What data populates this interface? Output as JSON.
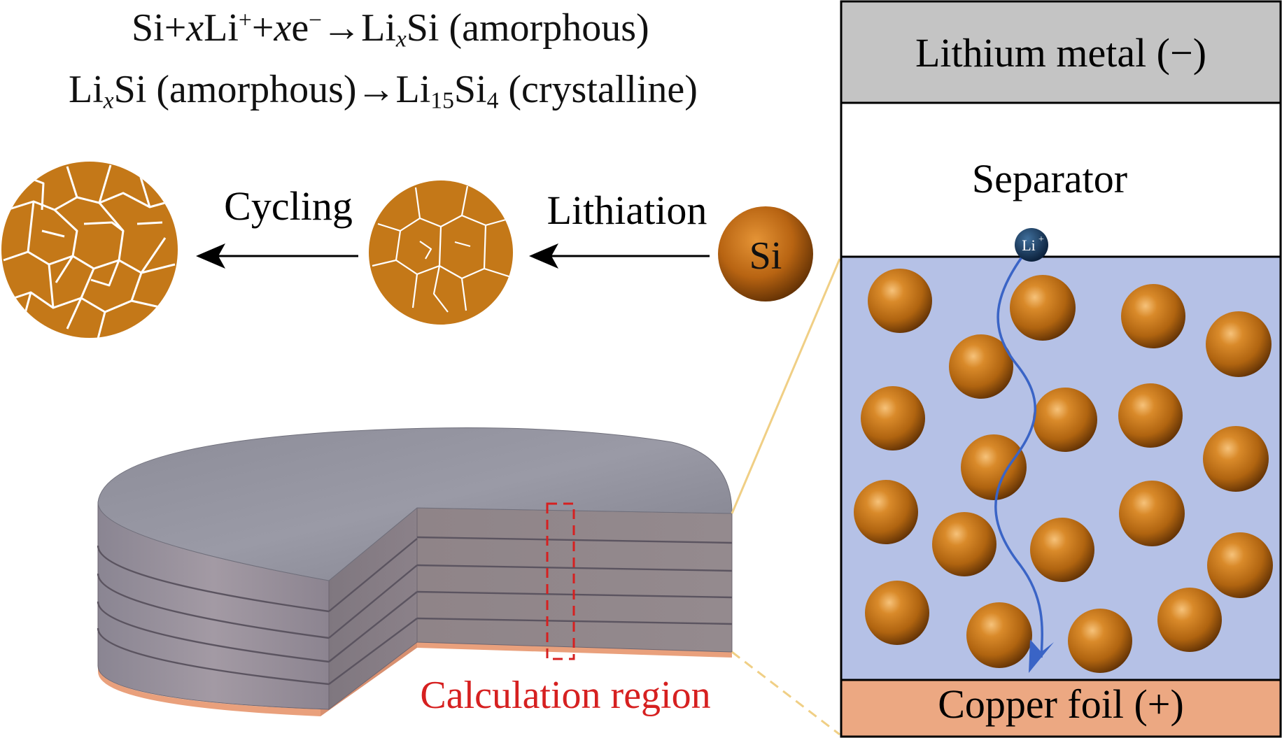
{
  "reactions": {
    "eq1": {
      "si": "Si",
      "plus": "+",
      "x": "x",
      "li": "Li",
      "li_charge": "+",
      "e": "e",
      "e_charge": "−",
      "arrow": "→",
      "product_li": "Li",
      "product_x": "x",
      "product_si": "Si",
      "state": "(amorphous)"
    },
    "eq2": {
      "li": "Li",
      "x": "x",
      "si": "Si",
      "state1": "(amorphous)",
      "arrow": "→",
      "li2": "Li",
      "li_sub": "15",
      "si2": "Si",
      "si_sub": "4",
      "state2": "(crystalline)"
    }
  },
  "process": {
    "cycling_label": "Cycling",
    "lithiation_label": "Lithiation",
    "si_particle_label": "Si"
  },
  "cell": {
    "lithium_metal_label": "Lithium metal (−)",
    "separator_label": "Separator",
    "copper_foil_label": "Copper foil (+)",
    "li_ion_label": "Li",
    "li_ion_charge": "+"
  },
  "electrode": {
    "calculation_region_label": "Calculation region"
  },
  "colors": {
    "particle": "#c47818",
    "particle_dark": "#6e3a06",
    "electrolyte": "#b5c1e6",
    "lithium_metal": "#c4c4c4",
    "copper_foil": "#eca882",
    "li_ion": "#0c2a4a",
    "arrow_blue": "#3a64c6",
    "region_red": "#d62020",
    "guide_line": "#f0cf85"
  }
}
